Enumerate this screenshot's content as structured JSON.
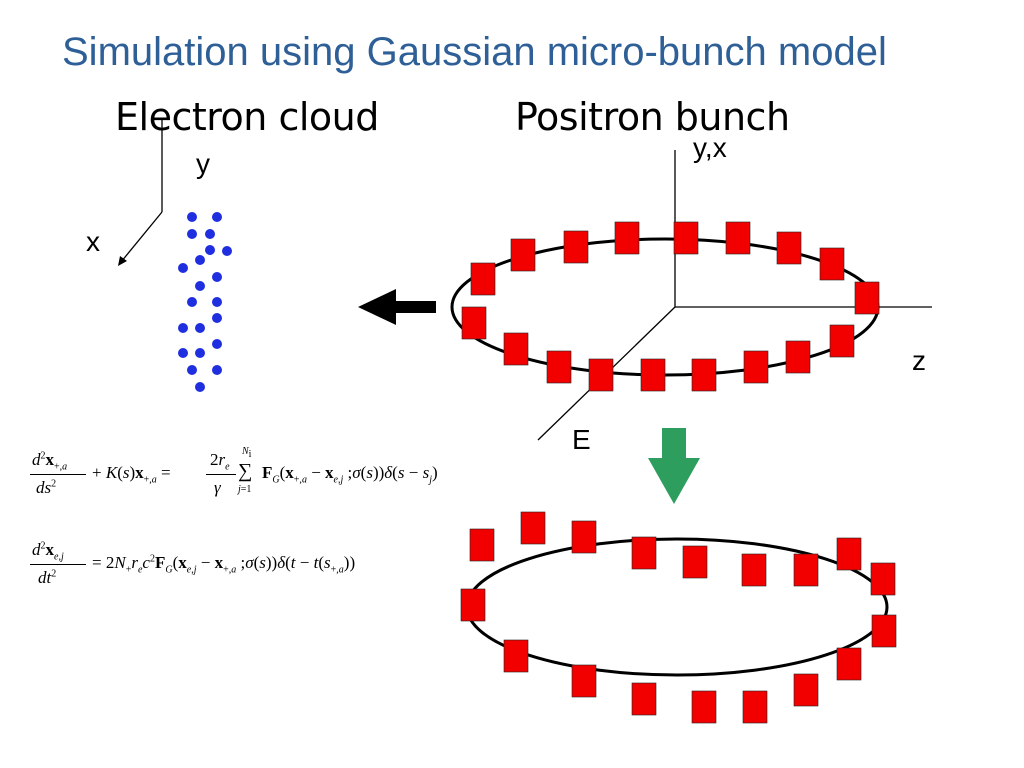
{
  "title": "Simulation using Gaussian micro-bunch model",
  "left_heading": "Electron cloud",
  "right_heading": "Positron bunch",
  "axes": {
    "left_y": "y",
    "left_x": "x",
    "right_yx": "y,x",
    "right_z": "z",
    "right_E": "E"
  },
  "colors": {
    "title": "#2e5f97",
    "electron": "#1f2fe0",
    "positron": "#f20000",
    "arrow_down": "#2e9e5f",
    "arrow_left": "#000000"
  },
  "equations": {
    "eq1": {
      "lhs_num": "d²x₊,ₐ",
      "lhs_den": "ds²",
      "middle": "+ K(s)x₊,ₐ =",
      "rhs_num": "2rₑ",
      "rhs_den": "γ",
      "sum_upper": "Nᵢ",
      "sum_lower": "j=1",
      "rhs_rest": "F_G(x₊,ₐ − xₑ,ⱼ ; σ(s))δ(s − sⱼ)"
    },
    "eq2": {
      "lhs_num": "d²xₑ,ⱼ",
      "lhs_den": "dt²",
      "rhs": "= 2N₊rₑc²F_G(xₑ,ⱼ − x₊,ₐ ; σ(s))δ(t − t(s₊,ₐ))"
    }
  },
  "icons": [
    "left-arrow-icon",
    "down-arrow-icon"
  ]
}
